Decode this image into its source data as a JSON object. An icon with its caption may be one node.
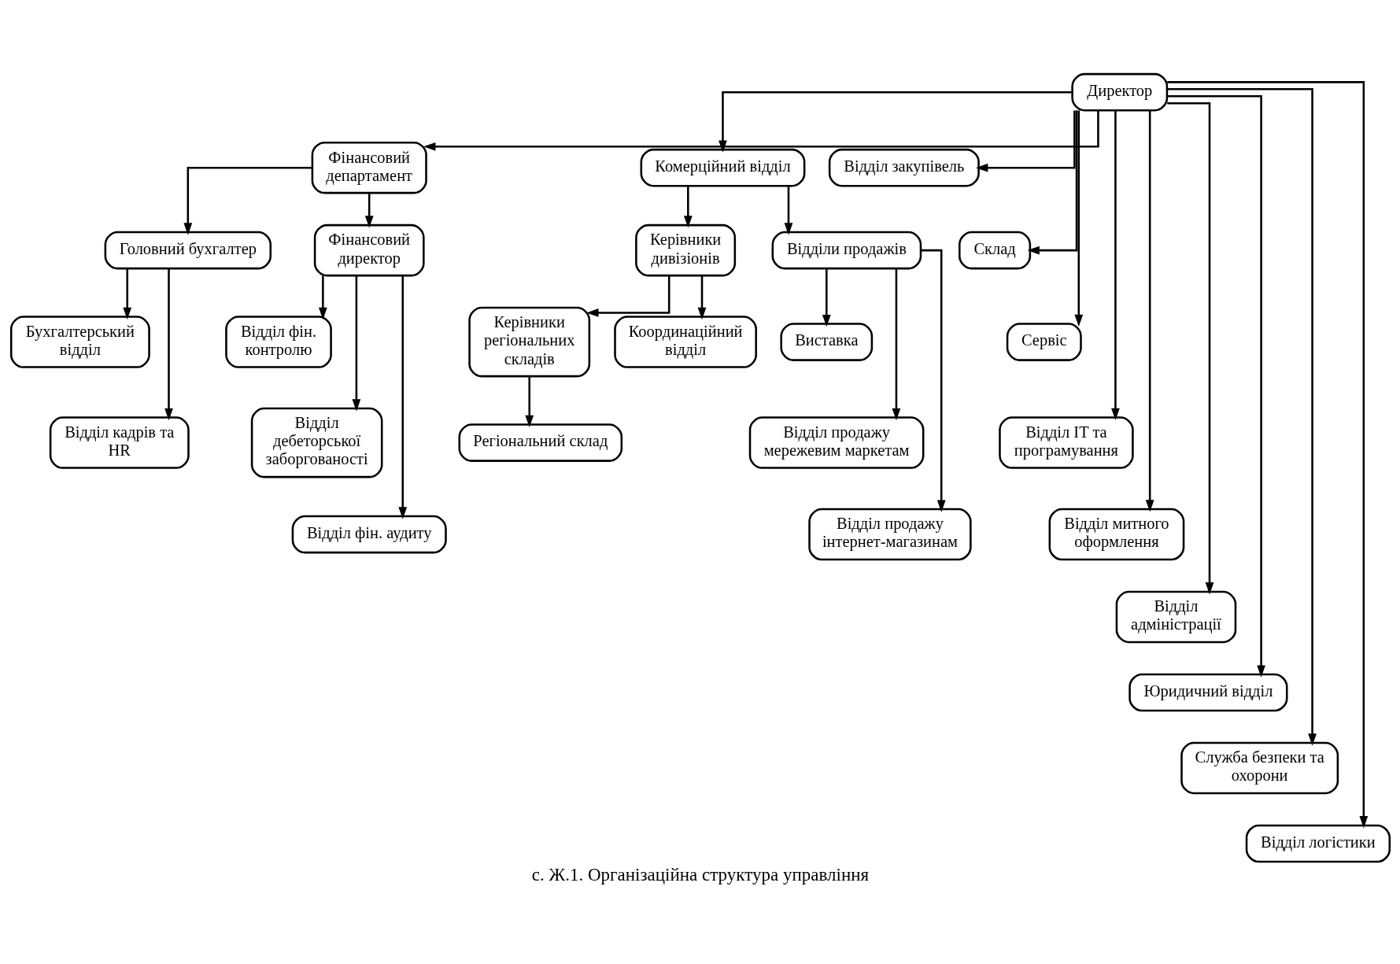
{
  "diagram": {
    "caption": "с. Ж.1. Організаційна структура управління",
    "nodes": [
      {
        "text": [
          "Директор"
        ]
      },
      {
        "text": [
          "Фінансовий департамент"
        ]
      },
      {
        "text": [
          "Комерційний відділ"
        ]
      },
      {
        "text": [
          "Головний бухгалтер"
        ]
      },
      {
        "text": [
          "Фінансовий директор"
        ]
      },
      {
        "text": [
          "Бухгалтерський відділ"
        ]
      },
      {
        "text": [
          "Відділ кадрів та HR"
        ]
      },
      {
        "text": [
          "Відділ фін. контролю"
        ]
      },
      {
        "text": [
          "Відділ дебеторської заборгованості"
        ]
      },
      {
        "text": [
          "Відділ фін. аудиту"
        ]
      },
      {
        "text": [
          "Керівники дивізіонів"
        ]
      },
      {
        "text": [
          "Відділи продажів"
        ]
      },
      {
        "text": [
          "Керівники регіональних складів"
        ]
      },
      {
        "text": [
          "Координаційний відділ"
        ]
      },
      {
        "text": [
          "Регіональний склад"
        ]
      },
      {
        "text": [
          "Виставка"
        ]
      },
      {
        "text": [
          "Відділ продажу мережевим маркетам"
        ]
      },
      {
        "text": [
          "Відділ продажу інтернет-магазинам"
        ]
      },
      {
        "text": [
          "Відділ закупівель"
        ]
      },
      {
        "text": [
          "Склад"
        ]
      },
      {
        "text": [
          "Сервіс"
        ]
      },
      {
        "text": [
          "Відділ IT та програмування"
        ]
      },
      {
        "text": [
          "Відділ митного оформлення"
        ]
      },
      {
        "text": [
          "Відділ адміністрації"
        ]
      },
      {
        "text": [
          "Юридичний відділ"
        ]
      },
      {
        "text": [
          "Служба безпеки та охорони"
        ]
      },
      {
        "text": [
          "Відділ логістики"
        ]
      }
    ],
    "edges": [
      {
        "from": 0,
        "to": 1,
        "arrow": "to"
      },
      {
        "from": 0,
        "to": 2,
        "arrow": "to"
      },
      {
        "from": 0,
        "to": 18,
        "arrow": "to"
      },
      {
        "from": 0,
        "to": 19,
        "arrow": "to"
      },
      {
        "from": 0,
        "to": 20,
        "arrow": "to"
      },
      {
        "from": 0,
        "to": 21,
        "arrow": "to"
      },
      {
        "from": 0,
        "to": 22,
        "arrow": "to"
      },
      {
        "from": 0,
        "to": 23,
        "arrow": "to"
      },
      {
        "from": 0,
        "to": 24,
        "arrow": "to"
      },
      {
        "from": 0,
        "to": 25,
        "arrow": "to"
      },
      {
        "from": 0,
        "to": 26,
        "arrow": "to"
      },
      {
        "from": 1,
        "to": 3,
        "arrow": "to"
      },
      {
        "from": 1,
        "to": 4,
        "arrow": "to"
      },
      {
        "from": 3,
        "to": 5,
        "arrow": "to"
      },
      {
        "from": 3,
        "to": 6,
        "arrow": "to"
      },
      {
        "from": 4,
        "to": 7,
        "arrow": "to"
      },
      {
        "from": 4,
        "to": 8,
        "arrow": "to"
      },
      {
        "from": 4,
        "to": 9,
        "arrow": "to"
      },
      {
        "from": 2,
        "to": 10,
        "arrow": "to"
      },
      {
        "from": 2,
        "to": 11,
        "arrow": "to"
      },
      {
        "from": 10,
        "to": 12,
        "arrow": "to"
      },
      {
        "from": 10,
        "to": 13,
        "arrow": "to"
      },
      {
        "from": 12,
        "to": 14,
        "arrow": "to"
      },
      {
        "from": 11,
        "to": 15,
        "arrow": "to"
      },
      {
        "from": 11,
        "to": 16,
        "arrow": "to"
      },
      {
        "from": 11,
        "to": 17,
        "arrow": "to"
      }
    ]
  }
}
